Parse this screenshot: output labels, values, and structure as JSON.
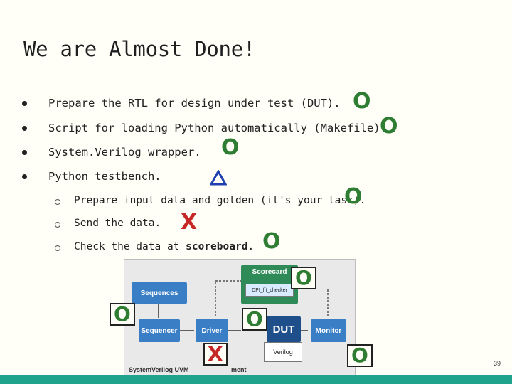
{
  "slide": {
    "title": "We are Almost Done!",
    "page_number": "39"
  },
  "bullets": [
    {
      "text": "Prepare the RTL for design under test (DUT).",
      "mark": "O"
    },
    {
      "text": "Script for loading Python automatically (Makefile).",
      "mark": "O"
    },
    {
      "text": "System.Verilog wrapper.",
      "mark": "O"
    },
    {
      "text": "Python testbench.",
      "mark": "△"
    }
  ],
  "subbullets": [
    {
      "text": "Prepare input data and golden (it's your task).",
      "mark": "O"
    },
    {
      "text": "Send the data.",
      "mark": "X"
    },
    {
      "text_prefix": "Check the data at ",
      "text_bold": "scoreboard",
      "text_suffix": ".",
      "mark": "O"
    }
  ],
  "diagram": {
    "scorecard": "Scorecard",
    "dpi": "DPI_fft_checker",
    "sequences": "Sequences",
    "sequencer": "Sequencer",
    "driver": "Driver",
    "dut": "DUT",
    "monitor": "Monitor",
    "verilog": "Verilog",
    "env_label_left": "SystemVerilog UVM",
    "env_label_right": "ment",
    "mark_scorecard": "O",
    "mark_sequencer": "O",
    "mark_dut": "O",
    "mark_driver": "X",
    "mark_monitor": "O"
  },
  "colors": {
    "check_green": "#2e7d32",
    "cross_red": "#c62828",
    "triangle_blue": "#1f3fb0",
    "footer": "#20a38c"
  }
}
